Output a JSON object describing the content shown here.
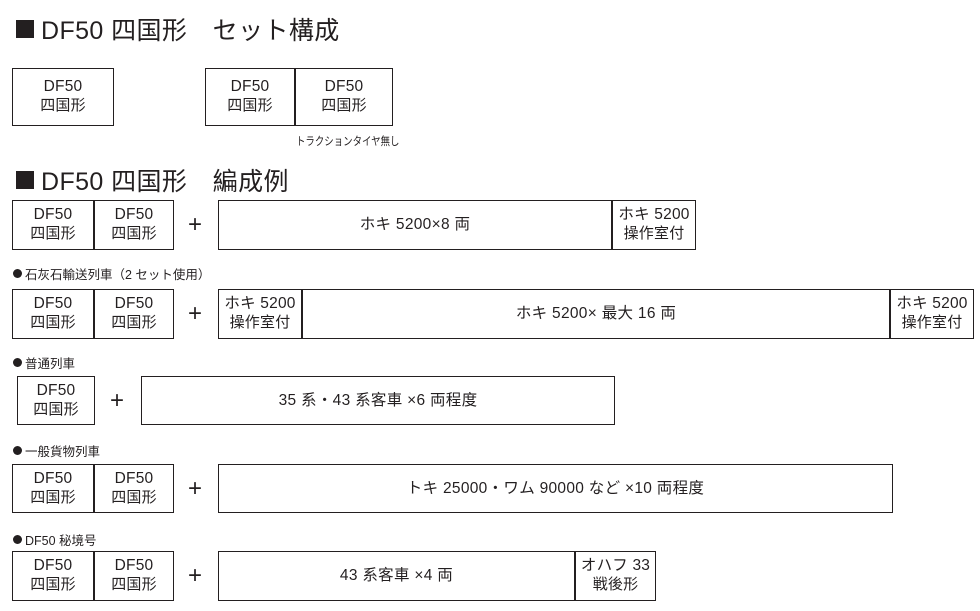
{
  "document": {
    "title": "DF50 四国形 セット構成 / 編成例"
  },
  "sections": [
    {
      "id": "set-composition",
      "heading": "DF50 四国形　セット構成",
      "marker": "filled-square",
      "boxes": [
        {
          "line1": "DF50",
          "line2": "四国形"
        },
        {
          "line1": "DF50",
          "line2": "四国形"
        },
        {
          "line1": "DF50",
          "line2": "四国形"
        }
      ],
      "annotation": "トラクションタイヤ無し"
    },
    {
      "id": "formation-examples",
      "heading": "DF50 四国形　編成例",
      "marker": "filled-square"
    }
  ],
  "formations": [
    {
      "id": "formation-1",
      "label": null,
      "loco1": {
        "line1": "DF50",
        "line2": "四国形"
      },
      "loco2": {
        "line1": "DF50",
        "line2": "四国形"
      },
      "plus": "+",
      "consist": "ホキ 5200×8 両",
      "tail": {
        "line1": "ホキ 5200",
        "line2": "操作室付"
      }
    },
    {
      "id": "formation-2",
      "label": "石灰石輸送列車（2 セット使用）",
      "loco1": {
        "line1": "DF50",
        "line2": "四国形"
      },
      "loco2": {
        "line1": "DF50",
        "line2": "四国形"
      },
      "plus": "+",
      "head": {
        "line1": "ホキ 5200",
        "line2": "操作室付"
      },
      "consist": "ホキ 5200× 最大 16 両",
      "tail": {
        "line1": "ホキ 5200",
        "line2": "操作室付"
      }
    },
    {
      "id": "formation-3",
      "label": "普通列車",
      "loco1": {
        "line1": "DF50",
        "line2": "四国形"
      },
      "plus": "+",
      "consist": "35 系・43 系客車 ×6 両程度"
    },
    {
      "id": "formation-4",
      "label": "一般貨物列車",
      "loco1": {
        "line1": "DF50",
        "line2": "四国形"
      },
      "loco2": {
        "line1": "DF50",
        "line2": "四国形"
      },
      "plus": "+",
      "consist": "トキ 25000・ワム 90000 など ×10 両程度"
    },
    {
      "id": "formation-5",
      "label": "DF50 秘境号",
      "loco1": {
        "line1": "DF50",
        "line2": "四国形"
      },
      "loco2": {
        "line1": "DF50",
        "line2": "四国形"
      },
      "plus": "+",
      "consist": "43 系客車 ×4 両",
      "tail": {
        "line1": "オハフ 33",
        "line2": "戦後形"
      }
    }
  ],
  "colors": {
    "ink": "#231f20",
    "paper": "#ffffff"
  }
}
